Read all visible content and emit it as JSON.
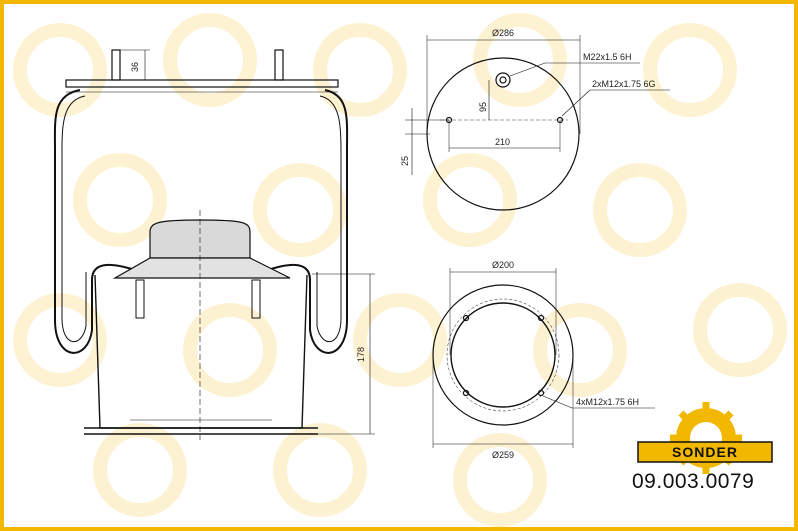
{
  "brand": {
    "logo_text": "SONDER",
    "accent_color": "#f2b800"
  },
  "part_number": "09.003.0079",
  "dimensions": {
    "top_diameter": "Ø286",
    "top_thread": "M22x1.5 6H",
    "top_studs": "2xM12x1.75 6G",
    "stud_spacing": "210",
    "offset_95": "95",
    "offset_25": "25",
    "stud_height": "36",
    "height": "178",
    "bottom_inner_diameter": "Ø200",
    "bottom_outer_diameter": "Ø259",
    "bottom_thread": "4xM12x1.75 6H"
  }
}
